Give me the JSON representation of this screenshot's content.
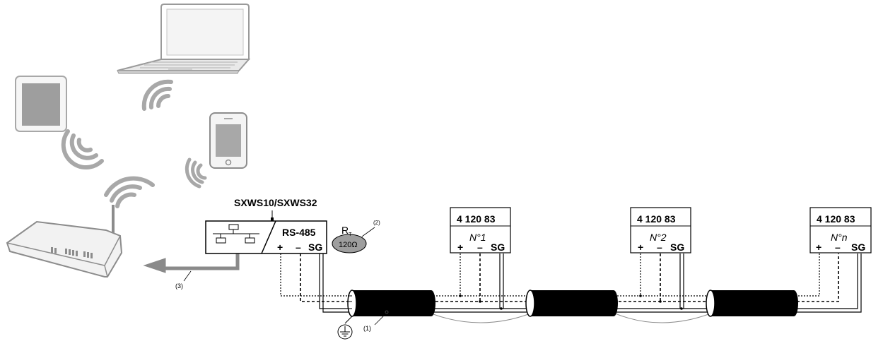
{
  "gateway": {
    "model_label": "SXWS10/SXWS32",
    "port_label": "RS-485",
    "terminals": {
      "plus": "+",
      "minus": "–",
      "sg": "SG"
    }
  },
  "terminator": {
    "label": "R",
    "label_sub": "T",
    "value": "120Ω",
    "callout": "(2)"
  },
  "devices": [
    {
      "code": "4 120 83",
      "number": "N°1",
      "plus": "+",
      "minus": "–",
      "sg": "SG"
    },
    {
      "code": "4 120 83",
      "number": "N°2",
      "plus": "+",
      "minus": "–",
      "sg": "SG"
    },
    {
      "code": "4 120 83",
      "number": "N°n",
      "plus": "+",
      "minus": "–",
      "sg": "SG"
    }
  ],
  "callouts": {
    "cable": "(1)",
    "uplink": "(3)"
  },
  "icons": [
    "laptop-icon",
    "tablet-icon",
    "smartphone-icon",
    "router-icon",
    "wifi-signal-icon",
    "network-icon",
    "ground-icon",
    "cable-icon"
  ],
  "colors": {
    "line": "#000000",
    "device_gray": "#bdbdbd",
    "resistor_fill": "#9e9e9e",
    "arrow_gray": "#8a8a8a"
  }
}
